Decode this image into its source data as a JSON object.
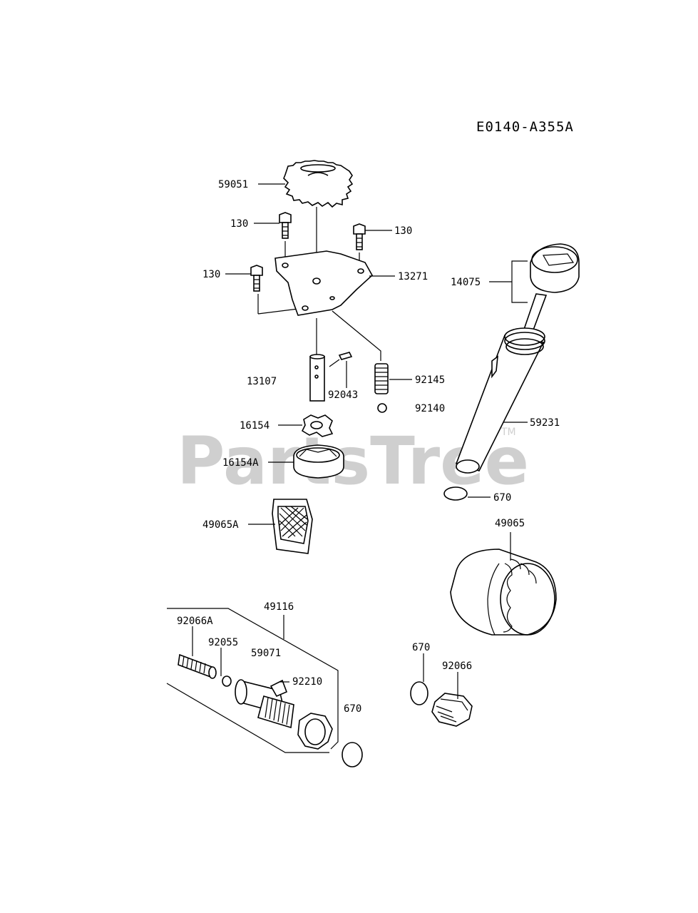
{
  "diagram_code": "E0140-A355A",
  "watermark": "PartsTree",
  "trademark": "TM",
  "labels": {
    "l59051": "59051",
    "l130a": "130",
    "l130b": "130",
    "l130c": "130",
    "l13271": "13271",
    "l14075": "14075",
    "l13107": "13107",
    "l92043": "92043",
    "l92145": "92145",
    "l92140": "92140",
    "l59231": "59231",
    "l16154": "16154",
    "l16154a": "16154A",
    "l670a": "670",
    "l49065a": "49065A",
    "l49065": "49065",
    "l49116": "49116",
    "l92066a": "92066A",
    "l92055": "92055",
    "l59071": "59071",
    "l92210": "92210",
    "l670b": "670",
    "l670c": "670",
    "l92066": "92066"
  }
}
